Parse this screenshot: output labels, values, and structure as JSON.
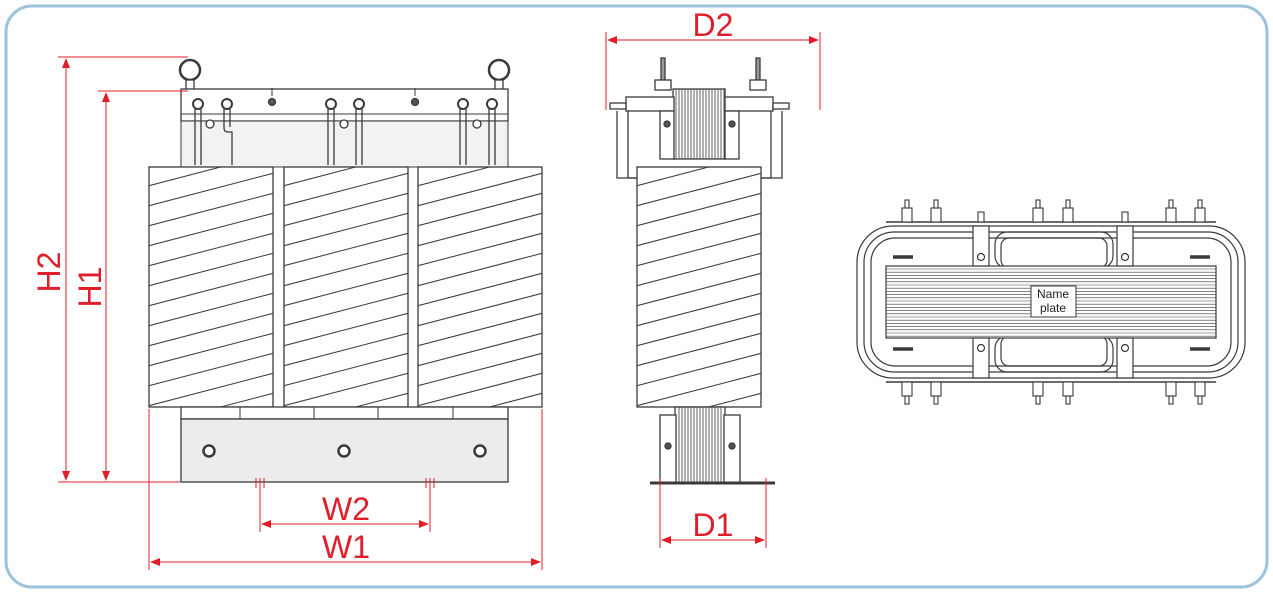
{
  "colors": {
    "frame": "#9cc3dc",
    "dimension": "#e01e2a",
    "line": "#3a3a3a",
    "fill": "#ffffff",
    "clamp": "#e8e8e8"
  },
  "front_view": {
    "dims": {
      "h2": "H2",
      "h1": "H1",
      "w1": "W1",
      "w2": "W2"
    }
  },
  "side_view": {
    "dims": {
      "d2": "D2",
      "d1": "D1"
    }
  },
  "top_view": {
    "nameplate_line1": "Name",
    "nameplate_line2": "plate"
  }
}
